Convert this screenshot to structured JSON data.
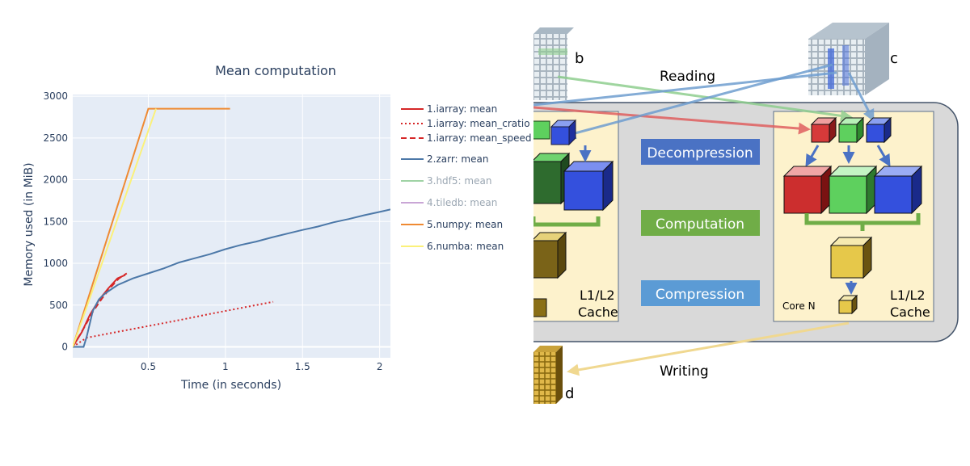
{
  "chart_data": {
    "type": "line",
    "title": "Mean computation",
    "xlabel": "Time (in seconds)",
    "ylabel": "Memory used (in MiB)",
    "xlim": [
      0.01,
      2.07
    ],
    "ylim": [
      -130,
      3020
    ],
    "xticks": [
      0.5,
      1,
      1.5,
      2
    ],
    "xtick_labels": [
      "0.5",
      "1",
      "1.5",
      "2"
    ],
    "yticks": [
      0,
      500,
      1000,
      1500,
      2000,
      2500,
      3000
    ],
    "ytick_labels": [
      "0",
      "500",
      "1000",
      "1500",
      "2000",
      "2500",
      "3000"
    ],
    "legend_placement": "right",
    "grid": true,
    "series": [
      {
        "name": "1.iarray: mean",
        "color": "#d62728",
        "dash": "solid",
        "x": [
          0.01,
          0.07,
          0.12,
          0.18,
          0.24,
          0.3,
          0.35
        ],
        "y": [
          0,
          180,
          380,
          560,
          700,
          820,
          860
        ]
      },
      {
        "name": "1.iarray: mean_cratio",
        "color": "#d62728",
        "dash": "dot",
        "x": [
          0.01,
          0.1,
          0.3,
          0.5,
          0.7,
          0.9,
          1.1,
          1.31
        ],
        "y": [
          0,
          110,
          180,
          250,
          320,
          395,
          465,
          540
        ]
      },
      {
        "name": "1.iarray: mean_speed",
        "color": "#d62728",
        "dash": "dash",
        "x": [
          0.01,
          0.08,
          0.14,
          0.2,
          0.26,
          0.31,
          0.36
        ],
        "y": [
          0,
          220,
          420,
          580,
          720,
          820,
          880
        ]
      },
      {
        "name": "2.zarr: mean",
        "color": "#4c78a8",
        "dash": "solid",
        "x": [
          0.01,
          0.08,
          0.1,
          0.14,
          0.18,
          0.22,
          0.3,
          0.4,
          0.5,
          0.6,
          0.7,
          0.8,
          0.9,
          1.0,
          1.1,
          1.2,
          1.3,
          1.4,
          1.5,
          1.6,
          1.7,
          1.8,
          1.9,
          2.0,
          2.07
        ],
        "y": [
          0,
          0,
          120,
          430,
          570,
          640,
          740,
          820,
          880,
          940,
          1010,
          1060,
          1110,
          1170,
          1220,
          1260,
          1310,
          1355,
          1400,
          1440,
          1490,
          1530,
          1575,
          1615,
          1645
        ]
      },
      {
        "name": "3.hdf5: mean",
        "color": "#9fd3a5",
        "dash": "solid",
        "x": [],
        "y": []
      },
      {
        "name": "4.tiledb: mean",
        "color": "#c9a6d6",
        "dash": "solid",
        "x": [],
        "y": []
      },
      {
        "name": "5.numpy: mean",
        "color": "#ef8a32",
        "dash": "solid",
        "x": [
          0.01,
          0.5,
          1.03
        ],
        "y": [
          0,
          2850,
          2850
        ]
      },
      {
        "name": "6.numba: mean",
        "color": "#fbf17a",
        "dash": "solid",
        "x": [
          0.01,
          0.55
        ],
        "y": [
          0,
          2850
        ]
      }
    ]
  },
  "diagram": {
    "labels": {
      "b": "b",
      "c": "c",
      "d": "d",
      "reading": "Reading",
      "writing": "Writing",
      "decompression": "Decompression",
      "computation": "Computation",
      "compression": "Compression",
      "cache_left_1": "L1/L2",
      "cache_left_2": "Cache",
      "cache_right_1": "L1/L2",
      "cache_right_2": "Cache",
      "core_n": "Core N"
    },
    "colors": {
      "decompression": "#4a72c4",
      "computation": "#70ad47",
      "compression": "#5b9bd5",
      "cache_bg": "#fdf2cc",
      "outer_bg": "#d9d9d9"
    }
  }
}
